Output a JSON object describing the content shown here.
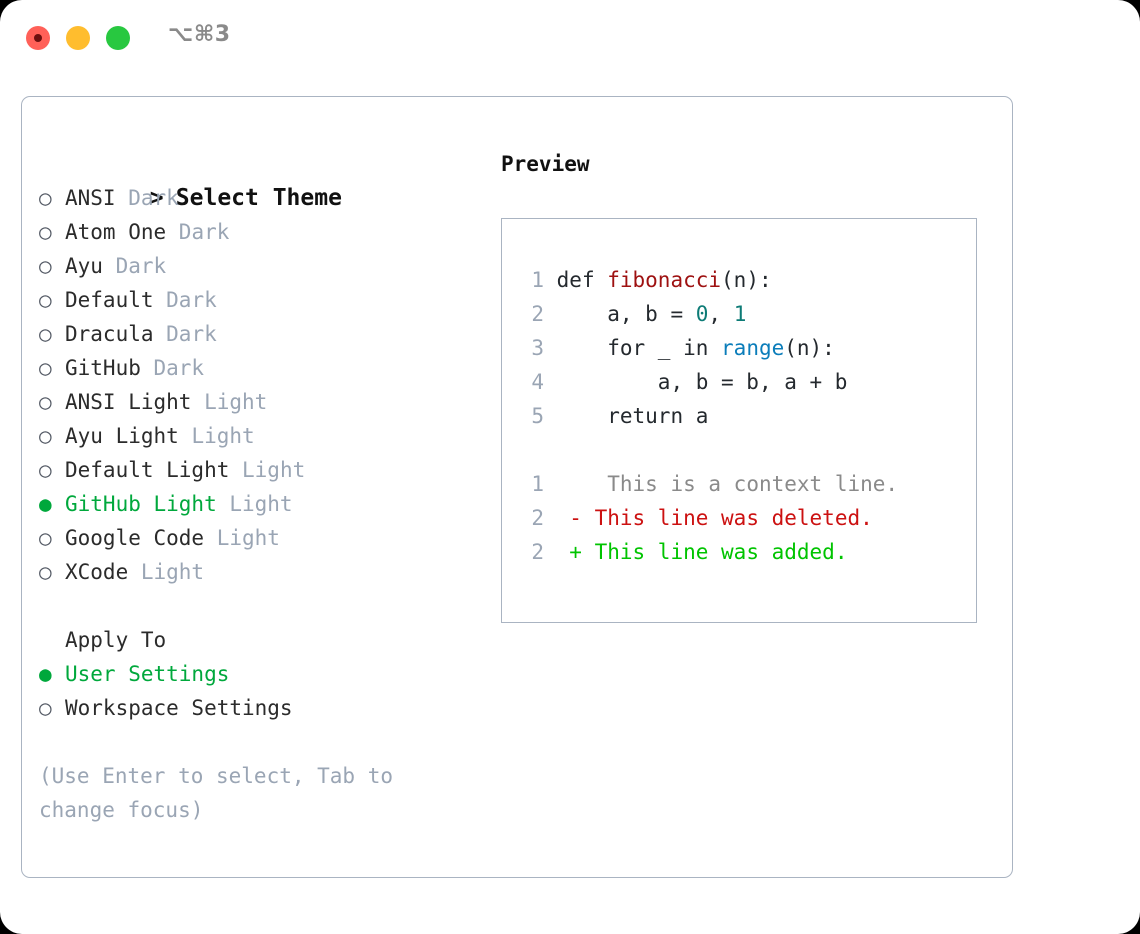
{
  "titlebar": {
    "shortcut": "⌥⌘3",
    "lights": [
      "close-red",
      "minimize-yellow",
      "maximize-green"
    ]
  },
  "theme_picker": {
    "heading": "Select Theme",
    "caret": ">",
    "bullet_selected": "●",
    "bullet_unselected": "○",
    "items": [
      {
        "label": "ANSI",
        "tag": "Dark",
        "selected": false
      },
      {
        "label": "Atom One",
        "tag": "Dark",
        "selected": false
      },
      {
        "label": "Ayu",
        "tag": "Dark",
        "selected": false
      },
      {
        "label": "Default",
        "tag": "Dark",
        "selected": false
      },
      {
        "label": "Dracula",
        "tag": "Dark",
        "selected": false
      },
      {
        "label": "GitHub",
        "tag": "Dark",
        "selected": false
      },
      {
        "label": "ANSI Light",
        "tag": "Light",
        "selected": false
      },
      {
        "label": "Ayu Light",
        "tag": "Light",
        "selected": false
      },
      {
        "label": "Default Light",
        "tag": "Light",
        "selected": false
      },
      {
        "label": "GitHub Light",
        "tag": "Light",
        "selected": true
      },
      {
        "label": "Google Code",
        "tag": "Light",
        "selected": false
      },
      {
        "label": "XCode",
        "tag": "Light",
        "selected": false
      }
    ]
  },
  "apply_to": {
    "heading": "Apply To",
    "items": [
      {
        "label": "User Settings",
        "selected": true
      },
      {
        "label": "Workspace Settings",
        "selected": false
      }
    ]
  },
  "hint": "(Use Enter to select, Tab to change focus)",
  "preview": {
    "title": "Preview",
    "code_lines": [
      {
        "number": "1",
        "tokens": [
          {
            "text": "def ",
            "kind": "plain"
          },
          {
            "text": "fibonacci",
            "kind": "func"
          },
          {
            "text": "(n):",
            "kind": "plain"
          }
        ]
      },
      {
        "number": "2",
        "tokens": [
          {
            "text": "    a, b = ",
            "kind": "plain"
          },
          {
            "text": "0",
            "kind": "num"
          },
          {
            "text": ", ",
            "kind": "plain"
          },
          {
            "text": "1",
            "kind": "num"
          }
        ]
      },
      {
        "number": "3",
        "tokens": [
          {
            "text": "    for _ in ",
            "kind": "plain"
          },
          {
            "text": "range",
            "kind": "call"
          },
          {
            "text": "(n):",
            "kind": "plain"
          }
        ]
      },
      {
        "number": "4",
        "tokens": [
          {
            "text": "        a, b = b, a + b",
            "kind": "plain"
          }
        ]
      },
      {
        "number": "5",
        "tokens": [
          {
            "text": "    return a",
            "kind": "plain"
          }
        ]
      }
    ],
    "diff_lines": [
      {
        "number": "1",
        "marker": " ",
        "text": "  This is a context line.",
        "kind": "context"
      },
      {
        "number": "2",
        "marker": "-",
        "text": " This line was deleted.",
        "kind": "deleted"
      },
      {
        "number": "2",
        "marker": "+",
        "text": " This line was added.",
        "kind": "added"
      }
    ]
  },
  "colors": {
    "accent_green": "#00a83c",
    "diff_added": "#00c400",
    "diff_deleted": "#cc1111",
    "func_red": "#9e1111",
    "number_teal": "#0d7b76",
    "call_blue": "#0b7dba",
    "muted": "#9aa5b4",
    "border": "#aab4c2",
    "light_red": "#ff6058",
    "light_yellow": "#ffbd2e",
    "light_green": "#28c840"
  }
}
